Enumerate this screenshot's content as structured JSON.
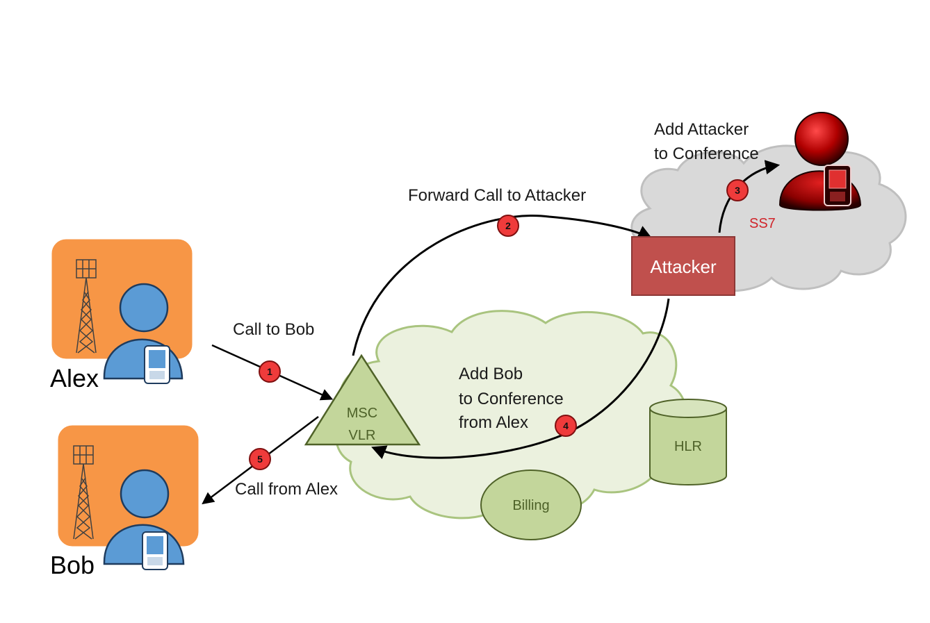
{
  "people": {
    "alex": {
      "name": "Alex"
    },
    "bob": {
      "name": "Bob"
    }
  },
  "nodes": {
    "msc_line1": "MSC",
    "msc_line2": "VLR",
    "hlr": "HLR",
    "billing": "Billing",
    "attacker": "Attacker",
    "ss7": "SS7"
  },
  "steps": [
    {
      "number": "1",
      "lines": [
        "Call to Bob"
      ]
    },
    {
      "number": "2",
      "lines": [
        "Forward Call to Attacker"
      ]
    },
    {
      "number": "3",
      "lines": [
        "Add Attacker",
        "to Conference"
      ]
    },
    {
      "number": "4",
      "lines": [
        "Add Bob",
        "to Conference",
        "from Alex"
      ]
    },
    {
      "number": "5",
      "lines": [
        "Call from Alex"
      ]
    }
  ],
  "colors": {
    "user_tile": "#f79646",
    "person": "#5b9bd5",
    "network_cloud": "#ebf1de",
    "network_stroke": "#a9c47f",
    "network_node": "#c3d69b",
    "attacker_box": "#c0504d",
    "attacker_cloud": "#d9d9d9",
    "badge": "#ef3b3b",
    "attacker_person": "#c00000"
  }
}
